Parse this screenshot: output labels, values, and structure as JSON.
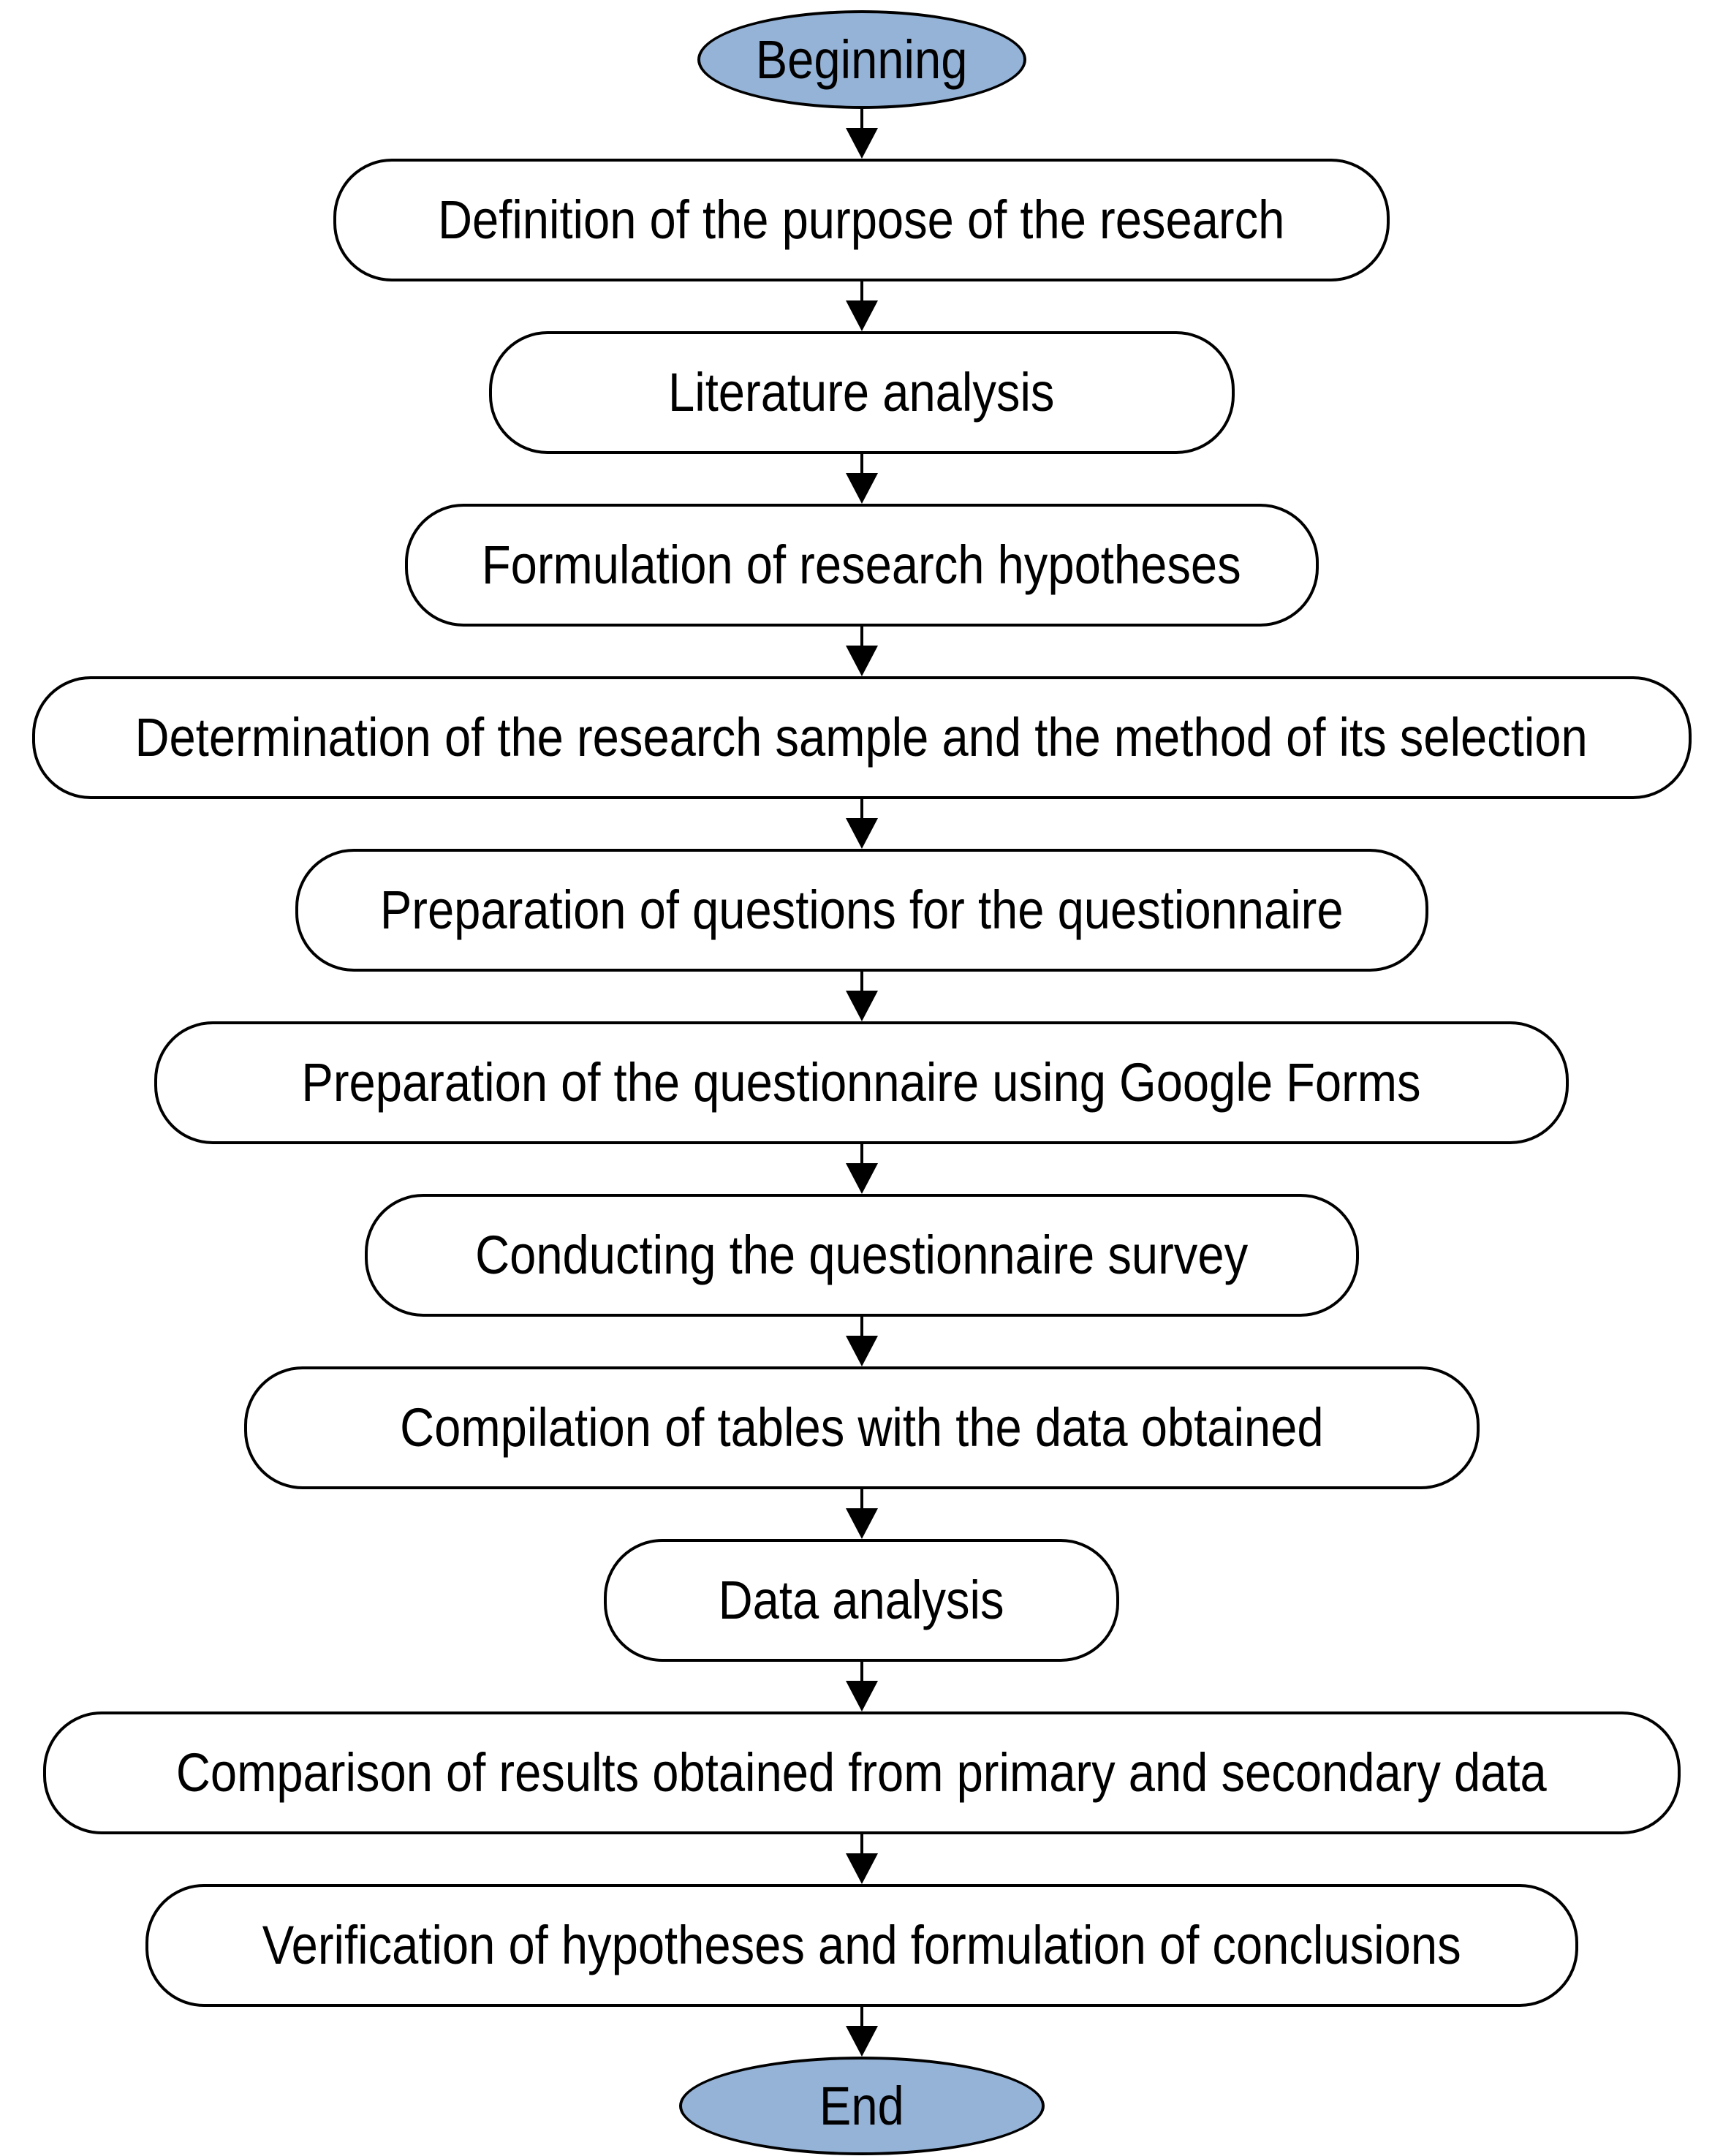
{
  "colors": {
    "terminator_fill": "#95B3D7",
    "process_fill": "#FFFFFF",
    "line": "#000000",
    "text": "#000000",
    "background": "#FFFFFF"
  },
  "flow": {
    "steps": [
      {
        "id": "beginning",
        "type": "terminator",
        "label": "Beginning"
      },
      {
        "id": "definition-purpose",
        "type": "process",
        "label": "Definition of the purpose of the research"
      },
      {
        "id": "literature-analysis",
        "type": "process",
        "label": "Literature analysis"
      },
      {
        "id": "formulation-hypotheses",
        "type": "process",
        "label": "Formulation of research hypotheses"
      },
      {
        "id": "determination-sample",
        "type": "process",
        "label": "Determination of the research sample and the method of its selection"
      },
      {
        "id": "preparation-questions",
        "type": "process",
        "label": "Preparation of questions for the questionnaire"
      },
      {
        "id": "preparation-google-forms",
        "type": "process",
        "label": "Preparation of the questionnaire using Google Forms"
      },
      {
        "id": "conducting-survey",
        "type": "process",
        "label": "Conducting the questionnaire survey"
      },
      {
        "id": "compilation-tables",
        "type": "process",
        "label": "Compilation of tables with the data obtained"
      },
      {
        "id": "data-analysis",
        "type": "process",
        "label": "Data analysis"
      },
      {
        "id": "comparison-results",
        "type": "process",
        "label": "Comparison of results obtained from primary and secondary data"
      },
      {
        "id": "verification-hypotheses",
        "type": "process",
        "label": "Verification of hypotheses and formulation of conclusions"
      },
      {
        "id": "end",
        "type": "terminator",
        "label": "End"
      }
    ]
  }
}
